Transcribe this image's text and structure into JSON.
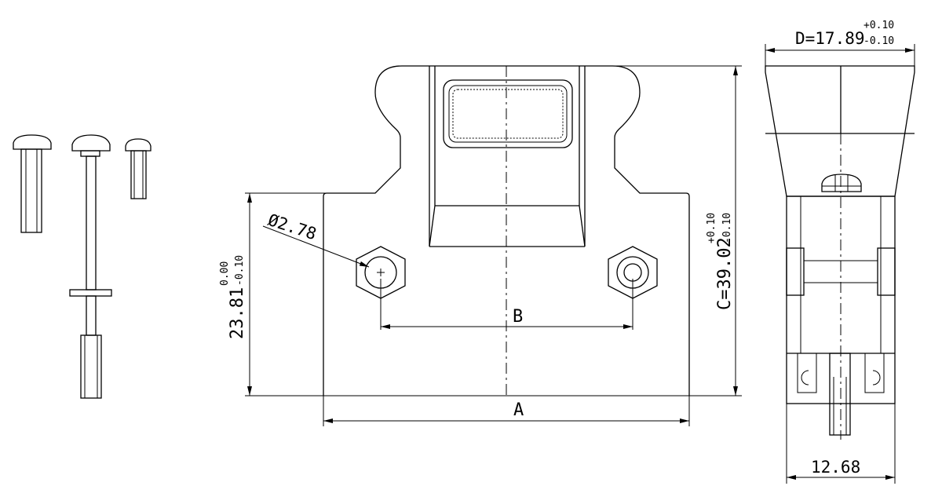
{
  "colors": {
    "line": "#000000",
    "background": "#ffffff"
  },
  "front_view": {
    "label_a": "A",
    "label_b": "B",
    "hole_diameter": "Ø2.78",
    "height_23": {
      "value": "23.81",
      "upper_tol": "0.00",
      "lower_tol": "-0.10"
    },
    "height_39": {
      "value": "C=39.02",
      "upper_tol": "+0.10",
      "lower_tol": "-0.10"
    }
  },
  "side_view": {
    "width_d": {
      "value": "D=17.89",
      "upper_tol": "+0.10",
      "lower_tol": "-0.10"
    },
    "bottom_width": "12.68"
  }
}
